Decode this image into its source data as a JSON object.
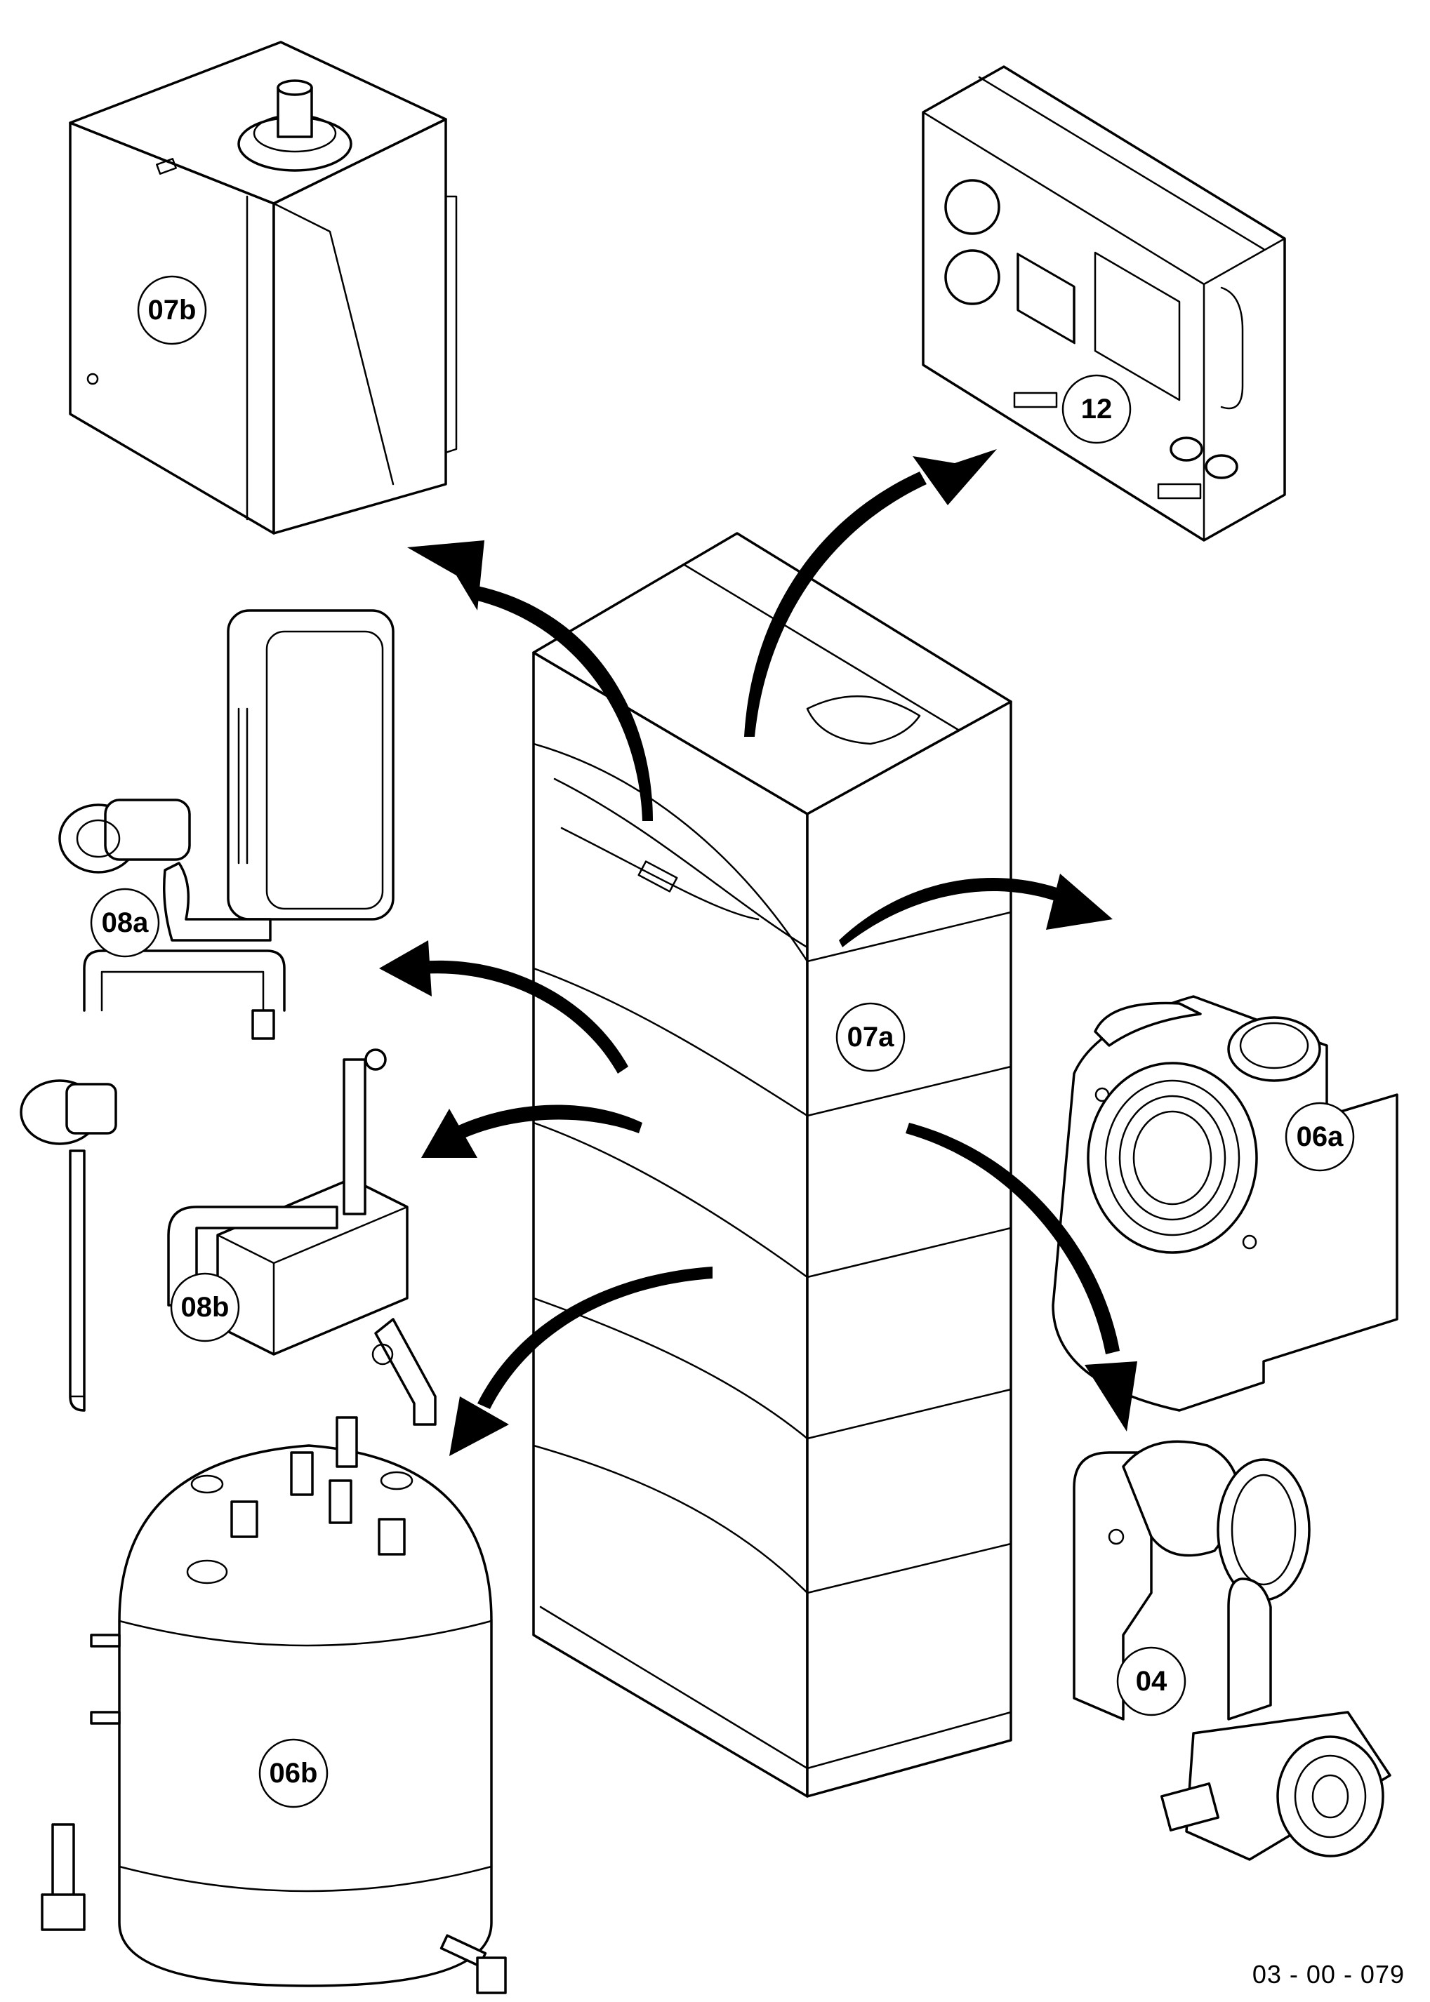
{
  "callouts": {
    "c07b": "07b",
    "c12": "12",
    "c08a": "08a",
    "c07a": "07a",
    "c06a": "06a",
    "c08b": "08b",
    "c04": "04",
    "c06b": "06b"
  },
  "drawing_reference": "03 - 00 - 079",
  "colors": {
    "line": "#000000",
    "paper": "#ffffff"
  }
}
